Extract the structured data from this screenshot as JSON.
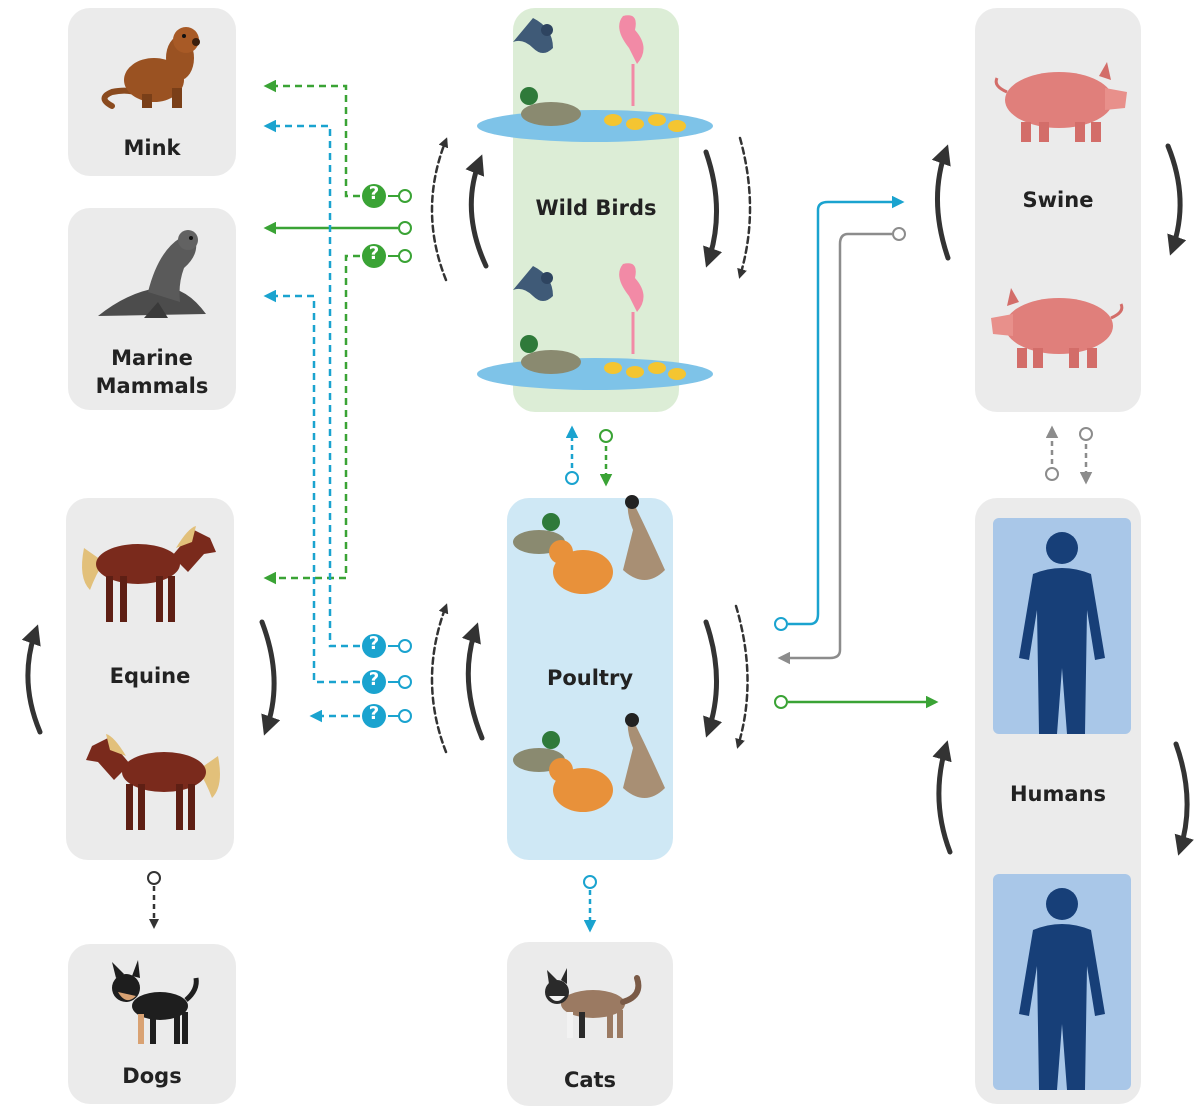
{
  "nodes": {
    "mink": "Mink",
    "marine_mammals": "Marine\nMammals",
    "equine": "Equine",
    "dogs": "Dogs",
    "wild_birds": "Wild Birds",
    "poultry": "Poultry",
    "cats": "Cats",
    "swine": "Swine",
    "humans": "Humans"
  },
  "markers": {
    "unknown": "?"
  },
  "colors": {
    "green_link": "#3aa335",
    "blue_link": "#1aa3cf",
    "grey_link": "#8c8c8c",
    "black_link": "#333333",
    "box_grey": "#ebebeb",
    "wild_birds_bg": "#dcedd6",
    "poultry_bg": "#cfe8f5"
  }
}
